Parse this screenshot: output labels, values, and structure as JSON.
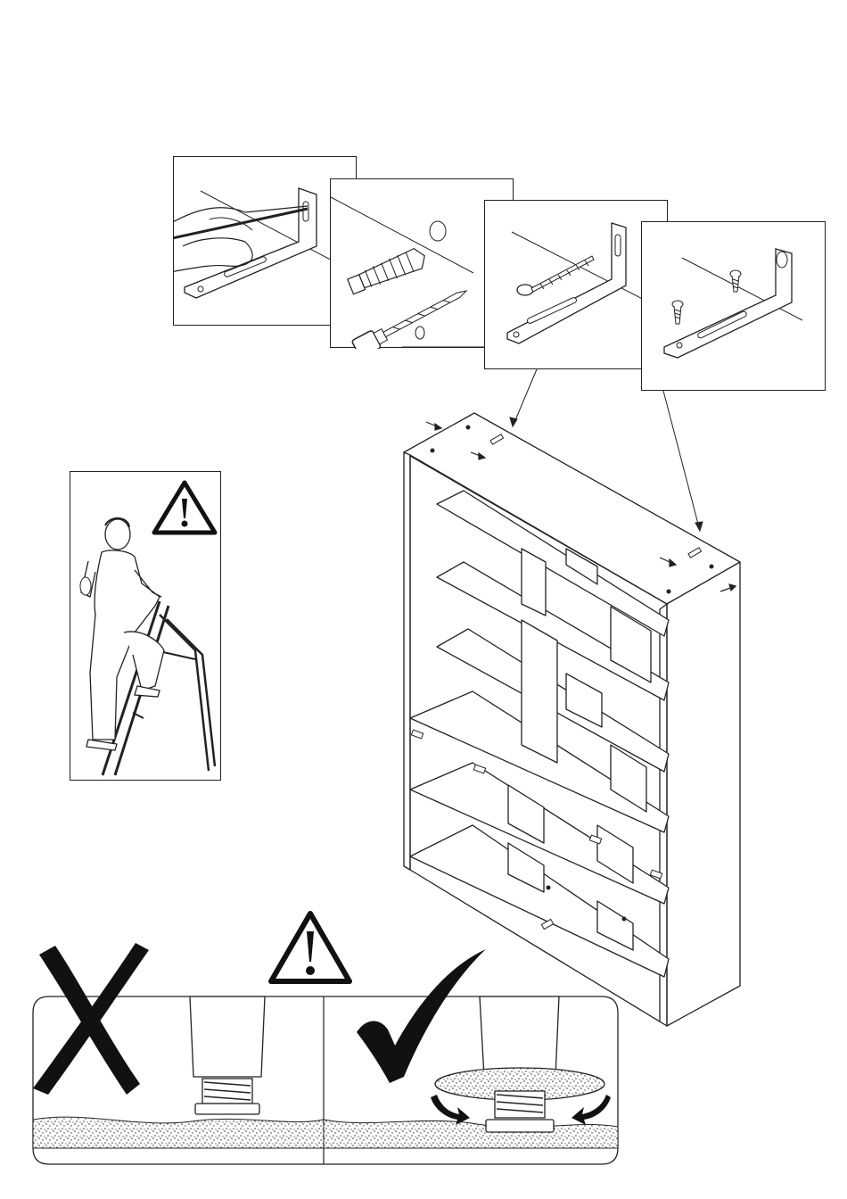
{
  "page": {
    "kind": "furniture assembly instructions — wall fixing and levelling step",
    "text": ""
  },
  "steps": [
    {
      "id": "mark-holes",
      "icon": "pencil-mark-icon"
    },
    {
      "id": "drill-and-plug",
      "icon": "wall-plug-drill-icon"
    },
    {
      "id": "screw-bracket",
      "icon": "screw-bracket-icon"
    },
    {
      "id": "fix-to-cabinet",
      "icon": "cabinet-screws-icon"
    }
  ],
  "warnings": [
    {
      "id": "ladder-warning",
      "icon": "warning-triangle-icon"
    },
    {
      "id": "leveling-warning",
      "icon": "warning-triangle-icon"
    }
  ],
  "comparison": {
    "wrong": {
      "icon": "cross-icon"
    },
    "right": {
      "icon": "checkmark-icon"
    }
  },
  "colors": {
    "ink": "#1a1a1a",
    "paper": "#ffffff"
  }
}
